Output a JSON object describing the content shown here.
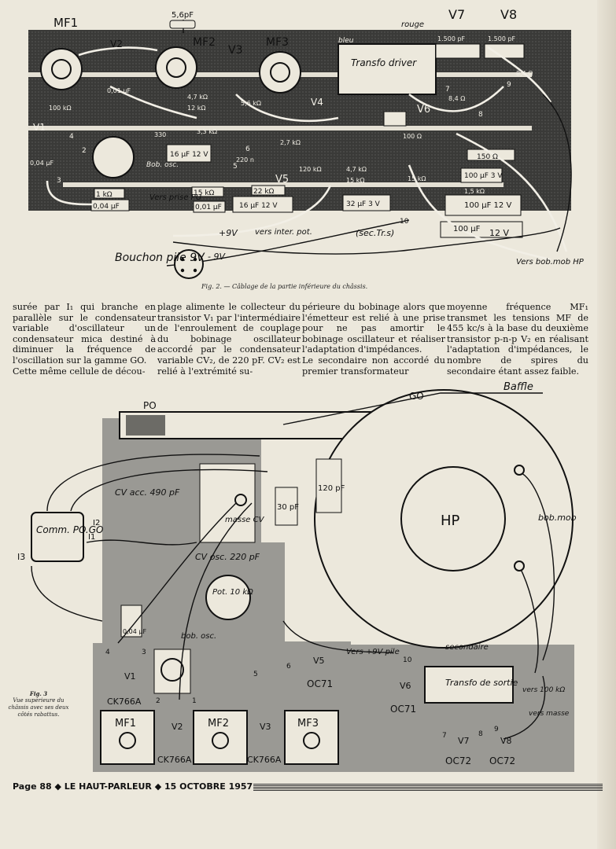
{
  "fig2": {
    "caption": "Fig. 2. — Câblage de la partie inférieure du châssis.",
    "labels": {
      "mf1": "MF1",
      "v2": "V2",
      "mf2": "MF2",
      "v3": "V3",
      "mf3": "MF3",
      "v7": "V7",
      "v8": "V8",
      "v1": "V1",
      "v4": "V4",
      "v5": "V5",
      "v6": "V6",
      "cap_top": "5,6pF",
      "rouge": "rouge",
      "bleu": "bleu",
      "transfo_driver": "Transfo driver",
      "c1500a": "1.500 pF",
      "c1500b": "1.500 pF",
      "r100k": "100 kΩ",
      "c001a": "0,01 µF",
      "r4_7k": "4,7 kΩ",
      "r12k": "12 kΩ",
      "r5_6k": "5,6 kΩ",
      "c004": "0,04 µF",
      "r1k": "1 kΩ",
      "c004b": "0,04 µF",
      "r330": "330",
      "c16uf": "16 µF 12 V",
      "bob_osc": "Bob. osc.",
      "r220n": "220 n",
      "r3_3k": "3,3 kΩ",
      "r2_7k": "2,7 kΩ",
      "vers_prise_pu": "Vers prise PU",
      "r15k": "15 kΩ",
      "c001b": "0,01 µF",
      "r22k": "22 kΩ",
      "c16b": "16 µF 12 V",
      "r120k": "120 kΩ",
      "r47k": "4,7 kΩ",
      "r15kb": "15 kΩ",
      "c32": "32 µF 3 V",
      "r100": "100 Ω",
      "r15kc": "15 kΩ",
      "r150": "150 Ω",
      "c100_3": "100 µF 3 V",
      "r1_5k": "1,5 kΩ",
      "c100_12": "100 µF 12 V",
      "c100b": "100 µF",
      "v12": "12 V",
      "r8_4a": "8,4 Ω",
      "r8_4b": "8,4 Ω",
      "sec_tr": "(sec.Tr.s)",
      "plus9": "+9V",
      "vers_inter": "vers inter. pot.",
      "bouchon": "Bouchon pile 9V",
      "minus9": "- 9V",
      "vers_bob": "Vers bob.mob HP",
      "n10": "10",
      "n2": "2",
      "n3": "3",
      "n4": "4",
      "n5": "5",
      "n6": "6",
      "n7": "7",
      "n8": "8",
      "n9": "9"
    }
  },
  "text_columns": [
    "surée par I₁ qui branche en parallèle sur le condensateur variable d'oscillateur un condensateur mica destiné à diminuer la fréquence de l'oscillation sur la gamme GO.\n   Cette même cellule de décou-",
    "plage alimente le collecteur du transistor V₁ par l'intermédiaire de l'enroulement de couplage du bobinage oscillateur accordé par le condensateur variable CV₂, de 220 pF. CV₂ est relié à l'extrémité su-",
    "périeure du bobinage alors que l'émetteur est relié à une prise pour ne pas amortir le bobinage oscillateur et réaliser l'adaptation d'impédances.\n   Le secondaire non accordé du premier transformateur",
    "moyenne fréquence MF₁ transmet les tensions MF de 455 kc/s à la base du deuxième transistor p-n-p V₂ en réalisant l'adaptation d'impédances, le nombre de spires du secondaire étant assez faible."
  ],
  "fig3": {
    "number": "Fig. 3",
    "caption": "Vue supérieure du châssis avec ses deux côtés rabattus.",
    "labels": {
      "po": "PO",
      "go": "GO",
      "baffle": "Baffle",
      "hp": "HP",
      "bob_mob": "bob.mob",
      "cv_acc": "CV acc. 490 pF",
      "masse_cv": "masse CV",
      "c30": "30 pF",
      "c120": "120 pF",
      "comm": "Comm. PO.GO",
      "i1": "I1",
      "i2": "I2",
      "i3": "I3",
      "cv_osc": "CV osc. 220 pF",
      "pot": "Pot. 10 kΩ",
      "c004": "0,04 µF",
      "bob_osc": "bob. osc.",
      "vers_pile": "Vers +9V pile",
      "secondaire": "secondaire",
      "transfo_sortie": "Transfo de sortie",
      "vers_100k": "vers 100 kΩ",
      "vers_masse": "vers masse",
      "v1": "V1",
      "ck1": "CK766A",
      "v2": "V2",
      "ck2": "CK766A",
      "v3": "V3",
      "ck3": "CK766A",
      "v5": "V5",
      "oc71a": "OC71",
      "v6": "V6",
      "oc71b": "OC71",
      "v7": "V7",
      "oc72a": "OC72",
      "v8": "V8",
      "oc72b": "OC72",
      "mf1": "MF1",
      "mf2": "MF2",
      "mf3": "MF3",
      "n1": "1",
      "n2": "2",
      "n3": "3",
      "n4": "4",
      "n5": "5",
      "n6": "6",
      "n7": "7",
      "n8": "8",
      "n9": "9",
      "n10": "10"
    }
  },
  "footer": "Page 88 ◆ LE HAUT-PARLEUR ◆ 15 OCTOBRE 1957"
}
